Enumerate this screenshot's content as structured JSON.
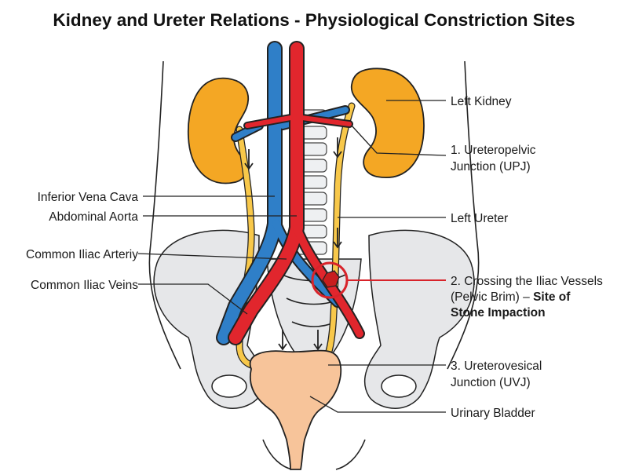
{
  "title": "Kidney and Ureter Relations - Physiological Constriction Sites",
  "labels": {
    "left_kidney": "Left Kidney",
    "upj_line1": "1. Ureteropelvic",
    "upj_line2": "Junction (UPJ)",
    "ivc": "Inferior Vena Cava",
    "aorta": "Abdominal Aorta",
    "left_ureter": "Left Ureter",
    "common_iliac_artery": "Common Iliac Arteriy",
    "common_iliac_veins": "Common Iliac Veins",
    "crossing_line1": "2. Crossing the Iliac Vessels",
    "crossing_line2_prefix": "(Pelvic Brim) – ",
    "crossing_line2_bold": "Site of",
    "crossing_line3": "Stone Impaction",
    "uvj_line1": "3. Ureterovesical",
    "uvj_line2": "Junction (UVJ)",
    "bladder": "Urinary Bladder"
  },
  "colors": {
    "kidney": "#f4a724",
    "ureter": "#f8c84a",
    "ivc": "#2f7fc8",
    "aorta": "#e1262d",
    "bladder": "#f7c49a",
    "bone": "#e6e7e9",
    "highlight": "#d8232a"
  }
}
